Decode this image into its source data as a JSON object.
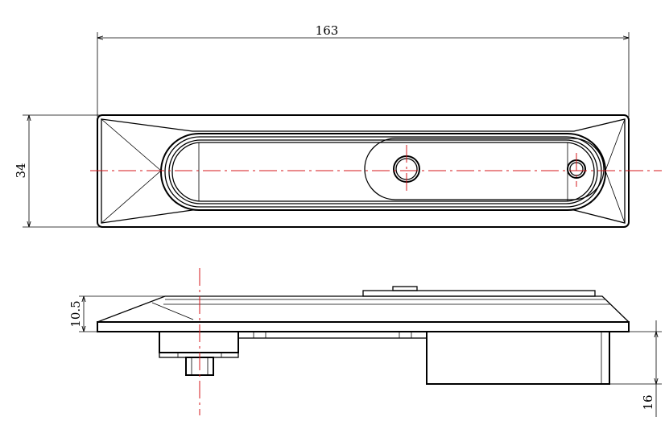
{
  "drawing": {
    "dimensions": {
      "overall_length": "163",
      "width": "34",
      "height": "10.5",
      "depth": "16"
    }
  }
}
